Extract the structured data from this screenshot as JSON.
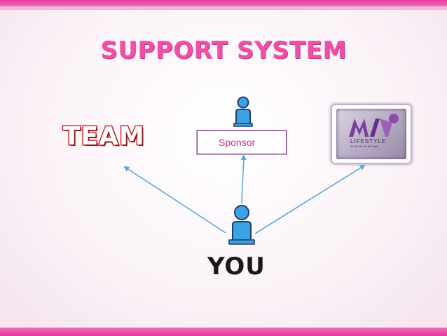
{
  "title": "SUPPORT SYSTEM",
  "nodes": {
    "team": "TEAM",
    "sponsor": "Sponsor",
    "you": "YOU"
  },
  "logo": {
    "word": "LIFESTYLE",
    "tagline": "Its M/I life: Its M/I style"
  },
  "colors": {
    "accent_pink": "#ef4fa6",
    "arrow_blue": "#4fa8dc",
    "person_blue": "#3da1e6",
    "logo_purple": "#7b3f9a"
  }
}
